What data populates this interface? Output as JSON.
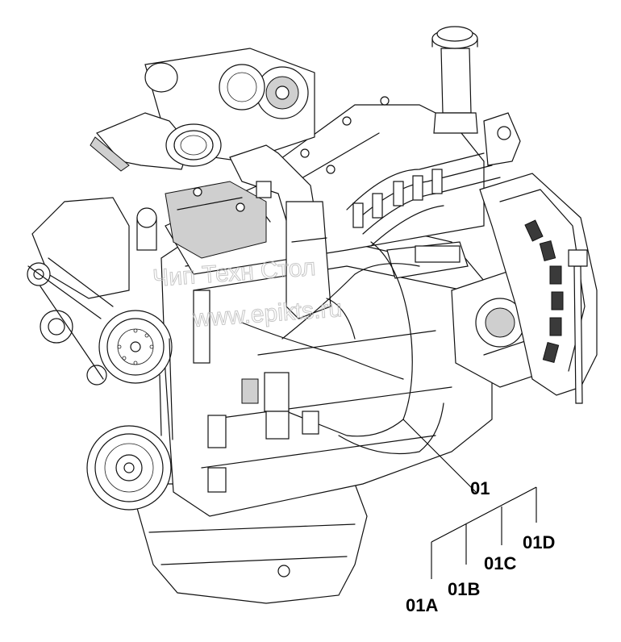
{
  "callouts": {
    "main": "01",
    "a": "01A",
    "b": "01B",
    "c": "01C",
    "d": "01D"
  },
  "watermark": {
    "line1": "Чип Техн Стол",
    "line2": "www.epikts.ru"
  },
  "colors": {
    "line": "#111111",
    "background": "#ffffff",
    "watermark": "#bdbdbd"
  }
}
